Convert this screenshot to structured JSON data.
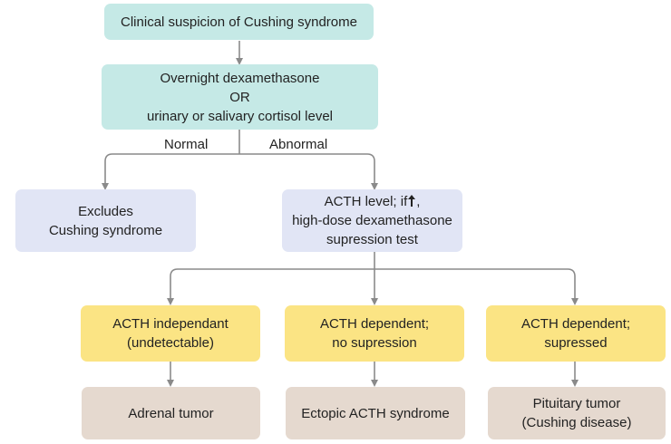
{
  "nodes": {
    "suspicion": "Clinical suspicion of Cushing syndrome",
    "screening": "Overnight dexamethasone\nOR\nurinary or salivary cortisol level",
    "excludes": "Excludes\nCushing syndrome",
    "acth_level_prefix": "ACTH level; if",
    "acth_level_suffix": ",",
    "acth_level_rest": "high-dose dexamethasone\nsupression test",
    "independent": "ACTH independant\n(undetectable)",
    "dependent_no_supp": "ACTH dependent;\nno supression",
    "dependent_supp": "ACTH dependent;\nsupressed",
    "adrenal": "Adrenal tumor",
    "ectopic": "Ectopic ACTH syndrome",
    "pituitary": "Pituitary tumor\n(Cushing disease)"
  },
  "branch_labels": {
    "normal": "Normal",
    "abnormal": "Abnormal"
  },
  "icons": {
    "increase": "up-arrow-icon"
  },
  "colors": {
    "teal": "#c5e9e6",
    "lavender": "#e1e5f5",
    "yellow": "#fbe484",
    "tan": "#e5d9cf",
    "connector": "#8a8a8a"
  }
}
